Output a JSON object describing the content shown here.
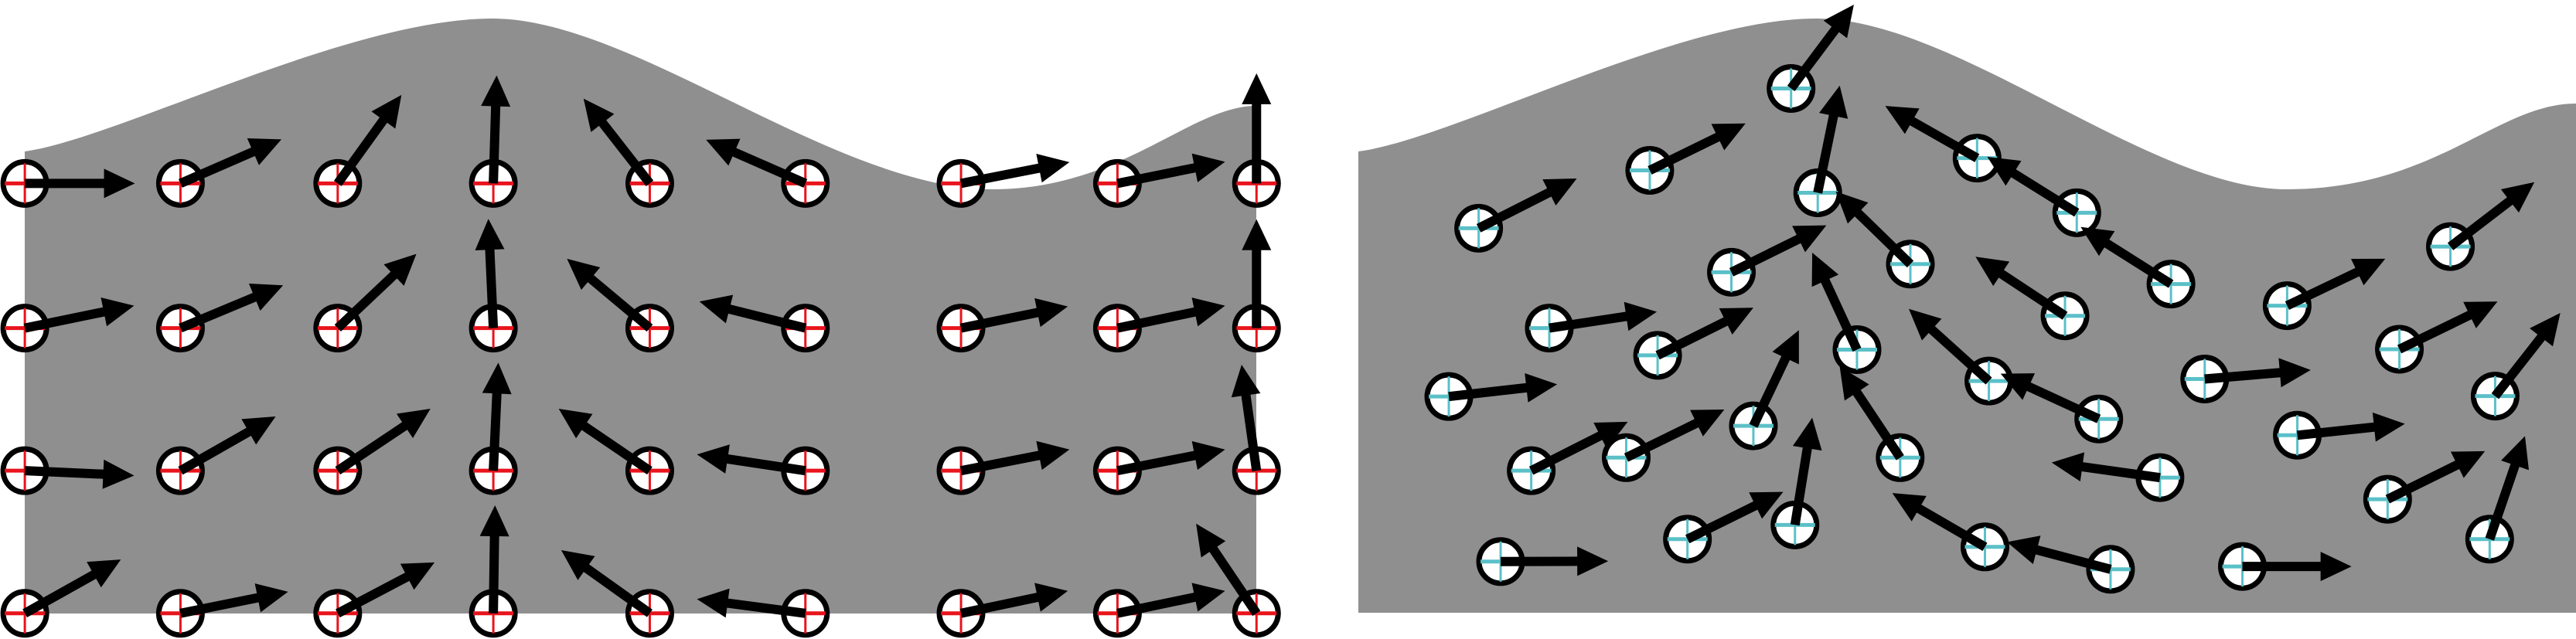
{
  "colors": {
    "background": "#ffffff",
    "domain_fill": "#8f8f8f",
    "marker_fill": "#ffffff",
    "marker_outline": "#000000",
    "arrow": "#000000",
    "left_cross": "#e8141c",
    "right_cross": "#5bc0c8"
  },
  "panels": [
    {
      "id": "left",
      "layout": "regular-grid",
      "marker_cross": "red"
    },
    {
      "id": "right",
      "layout": "scattered",
      "marker_cross": "cyan"
    }
  ]
}
